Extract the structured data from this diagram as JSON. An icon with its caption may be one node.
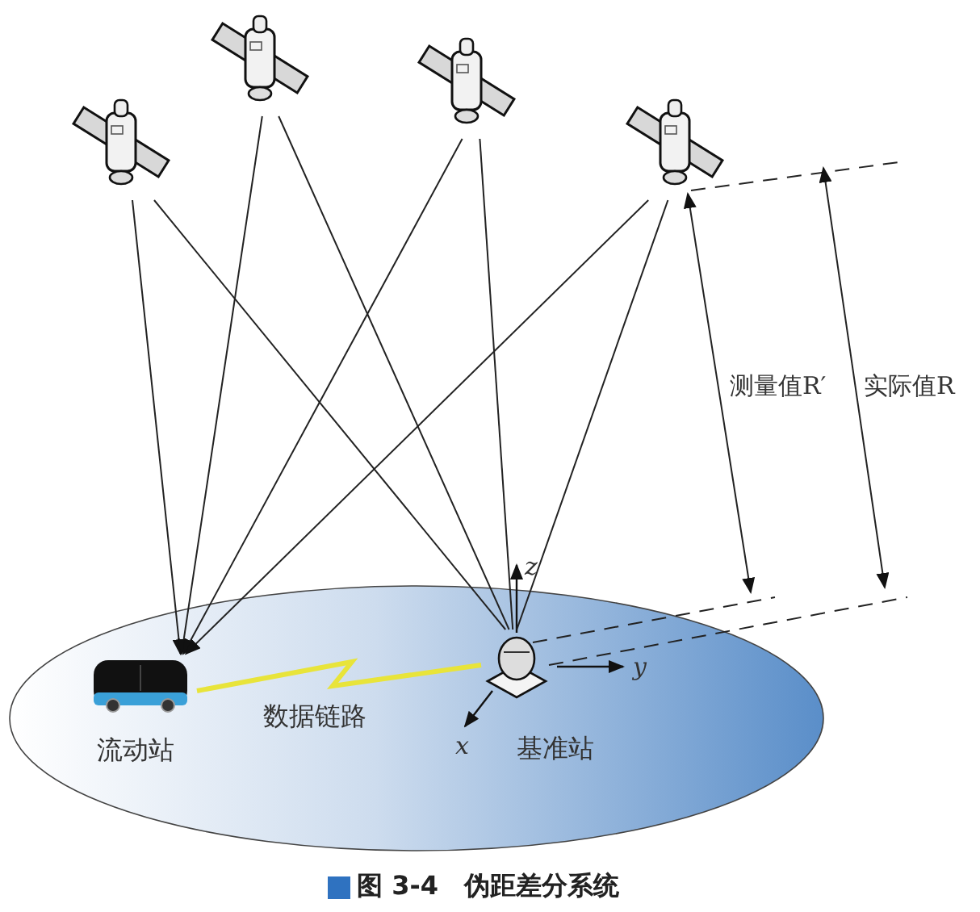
{
  "diagram": {
    "caption": "图 3-4　伪距差分系统",
    "nodes": [
      {
        "text": [],
        "shape": "picture"
      },
      {
        "text": [],
        "shape": "picture"
      },
      {
        "text": [],
        "shape": "picture"
      },
      {
        "text": [],
        "shape": "picture"
      },
      {
        "text": [
          "流动站"
        ]
      },
      {
        "text": [
          "基准站"
        ]
      }
    ],
    "edges": [
      {
        "from": 0,
        "to": 4,
        "arrow": "to"
      },
      {
        "from": 0,
        "to": 5,
        "arrow": "none"
      },
      {
        "from": 1,
        "to": 4,
        "arrow": "to"
      },
      {
        "from": 1,
        "to": 5,
        "arrow": "none"
      },
      {
        "from": 2,
        "to": 4,
        "arrow": "to"
      },
      {
        "from": 2,
        "to": 5,
        "arrow": "none"
      },
      {
        "from": 3,
        "to": 4,
        "arrow": "to"
      },
      {
        "from": 3,
        "to": 5,
        "arrow": "none"
      },
      {
        "from": 4,
        "to": 5,
        "arrow": "none",
        "label": "数据链路",
        "style": "thick",
        "color": "#e8e43a"
      }
    ],
    "labels": [
      "测量值R′",
      "实际值R",
      "z",
      "y",
      "x"
    ]
  }
}
